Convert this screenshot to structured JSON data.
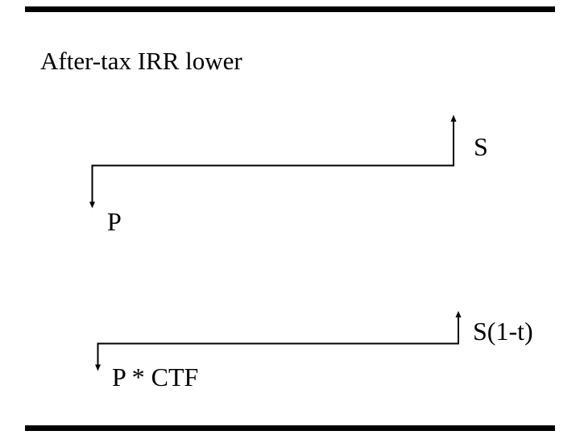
{
  "slide": {
    "title": "After-tax IRR lower",
    "background_color": "#ffffff",
    "line_color": "#000000",
    "bar_color": "#000000",
    "diagrams": [
      {
        "name": "before-tax-cash-flow",
        "inflow_label": "S",
        "outflow_label": "P"
      },
      {
        "name": "after-tax-cash-flow",
        "inflow_label": "S(1-t)",
        "outflow_label": "P * CTF"
      }
    ]
  }
}
